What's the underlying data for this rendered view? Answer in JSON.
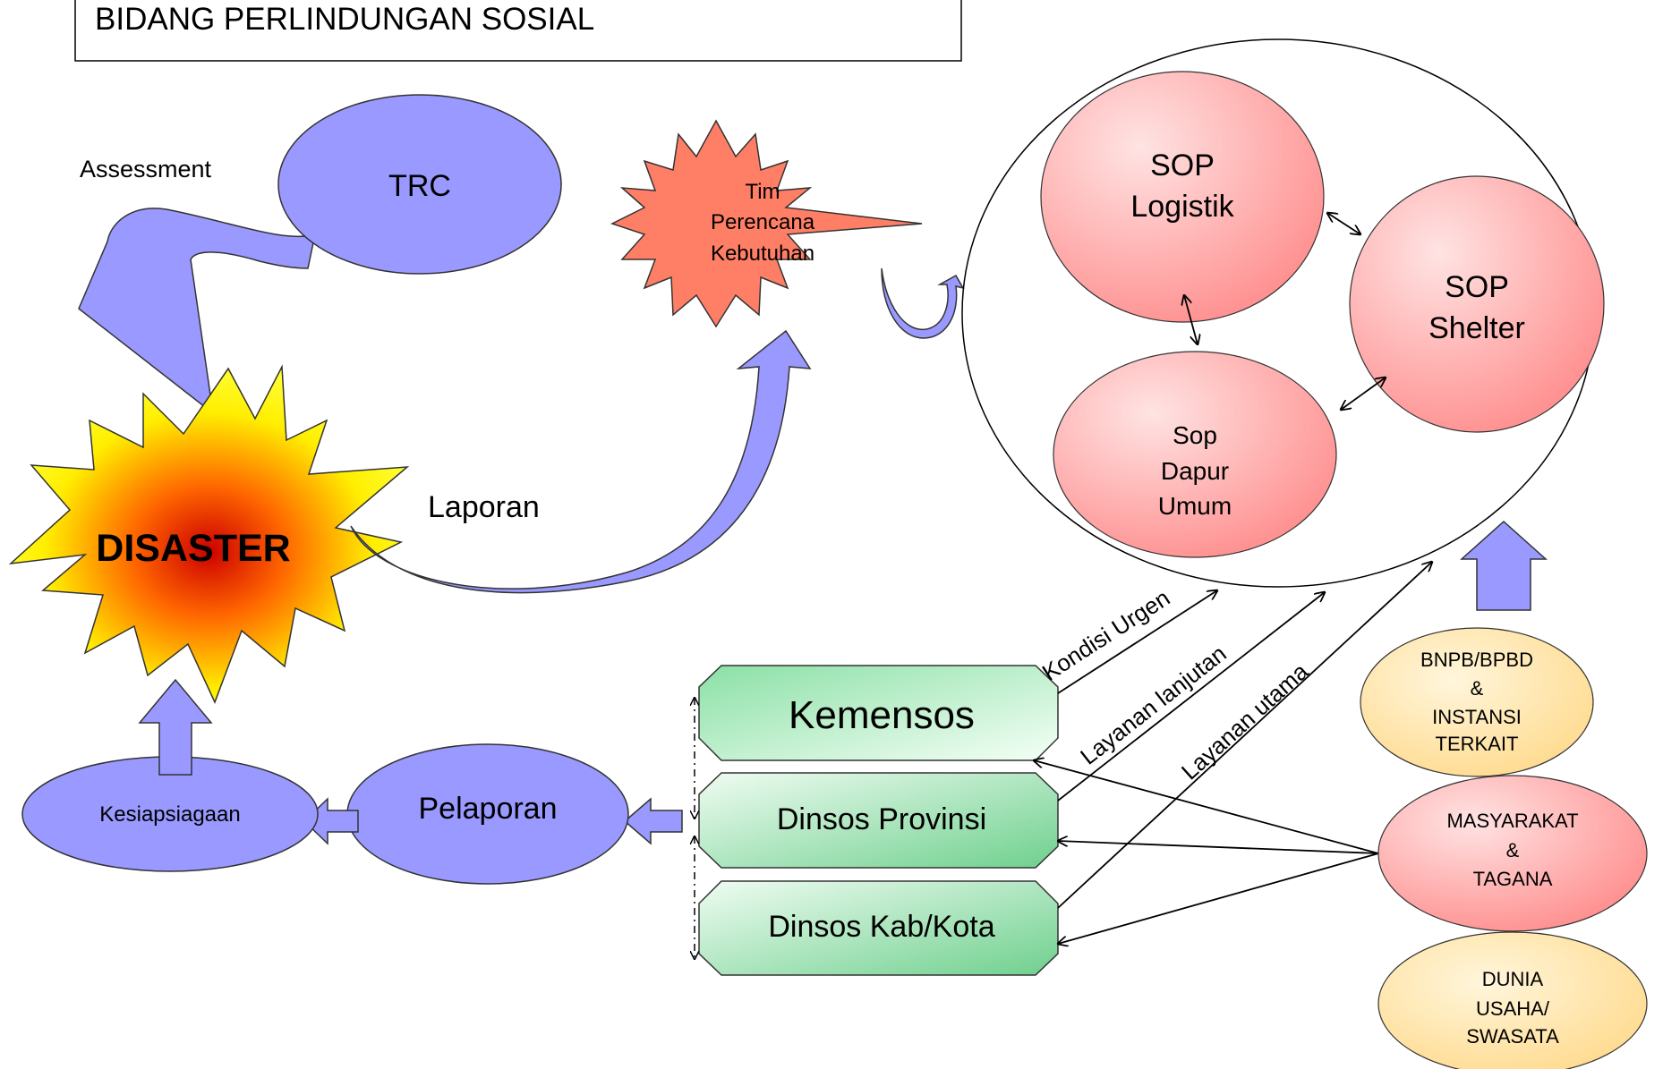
{
  "title": "BIDANG PERLINDUNGAN SOSIAL",
  "nodes": {
    "trc": "TRC",
    "assessment": "Assessment",
    "disaster": "DISASTER",
    "laporan": "Laporan",
    "tim": [
      "Tim",
      "Perencana",
      "Kebutuhan"
    ],
    "sop_logistik": [
      "SOP",
      "Logistik"
    ],
    "sop_shelter": [
      "SOP",
      "Shelter"
    ],
    "sop_dapur": [
      "Sop",
      "Dapur",
      "Umum"
    ],
    "kemensos": "Kemensos",
    "dinsos_provinsi": "Dinsos Provinsi",
    "dinsos_kab": "Dinsos Kab/Kota",
    "pelaporan": "Pelaporan",
    "kesiapsiagaan": "Kesiapsiagaan",
    "bnpb": [
      "BNPB/BPBD",
      "&",
      "INSTANSI",
      "TERKAIT"
    ],
    "masyarakat": [
      "MASYARAKAT",
      "&",
      "TAGANA"
    ],
    "dunia_usaha": [
      "DUNIA",
      "USAHA/",
      "SWASATA"
    ]
  },
  "edge_labels": {
    "kondisi_urgen": "Kondisi Urgen",
    "layanan_lanjutan": "Layanan lanjutan",
    "layanan_utama": "Layanan utama"
  },
  "colors": {
    "blue_shape": "#9999ff",
    "blue_arrow": "#7f7fcf",
    "star_red": "#ff7f66",
    "sop_pink": "#ff9f9f",
    "green_box": "#80dfa0",
    "yellow_ellipse": "#ffe6a0"
  }
}
